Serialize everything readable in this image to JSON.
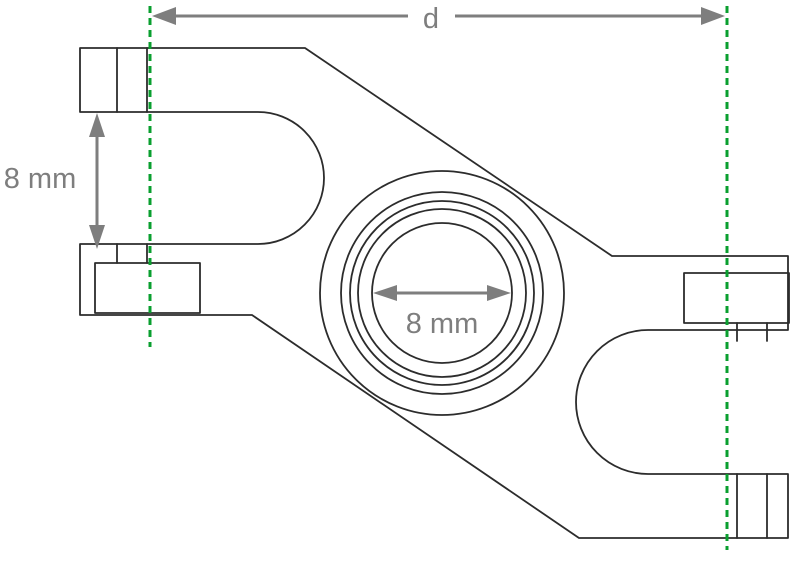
{
  "diagram": {
    "labels": {
      "top_dimension": "d",
      "left_dimension": "8 mm",
      "bore_dimension": "8 mm"
    },
    "colors": {
      "background": "#ffffff",
      "outline": "#2c2c2c",
      "dimension": "#7e7e7e",
      "centerline": "#0a9f2f"
    }
  }
}
